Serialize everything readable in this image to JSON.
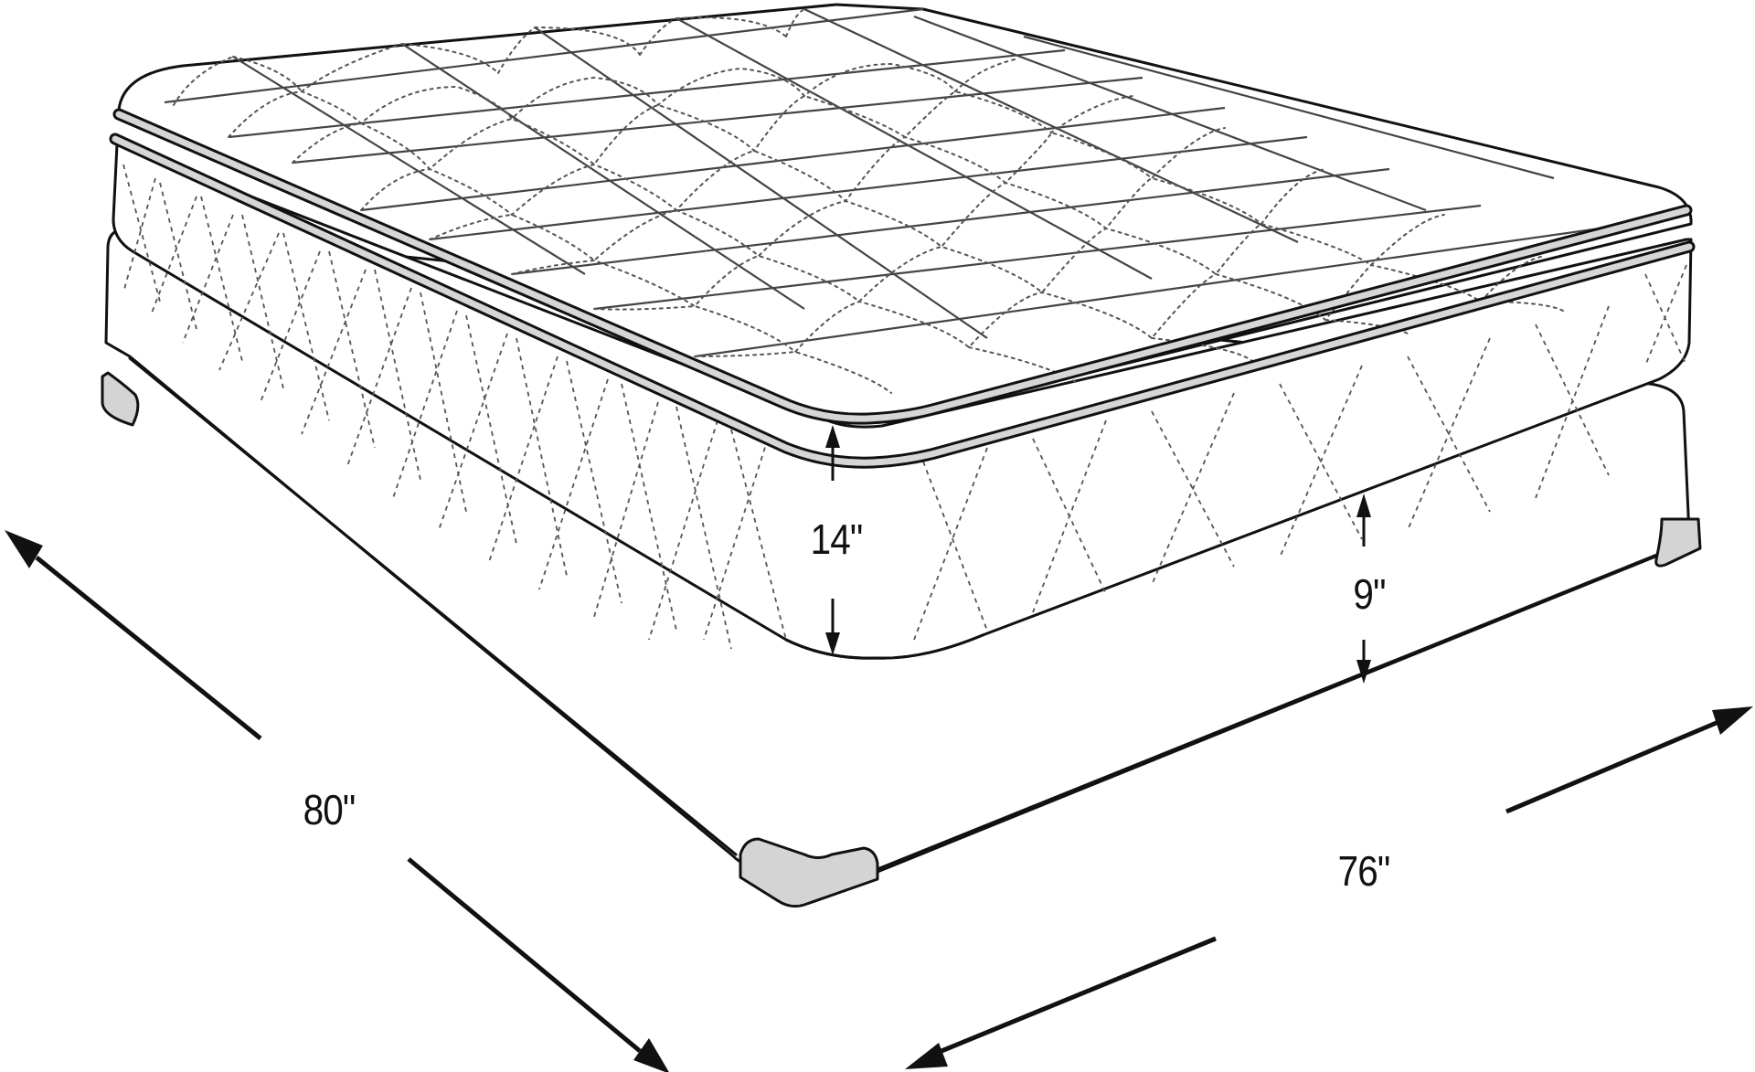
{
  "diagram": {
    "subject": "Pillow-top mattress on box foundation",
    "line_color": "#111111",
    "accent_fill": "#d4d4d4",
    "background": "#ffffff"
  },
  "dimensions": {
    "length": {
      "label": "80\"",
      "value": 80,
      "unit": "in"
    },
    "width": {
      "label": "76\"",
      "value": 76,
      "unit": "in"
    },
    "mattress_height": {
      "label": "14\"",
      "value": 14,
      "unit": "in"
    },
    "foundation_height": {
      "label": "9\"",
      "value": 9,
      "unit": "in"
    }
  }
}
